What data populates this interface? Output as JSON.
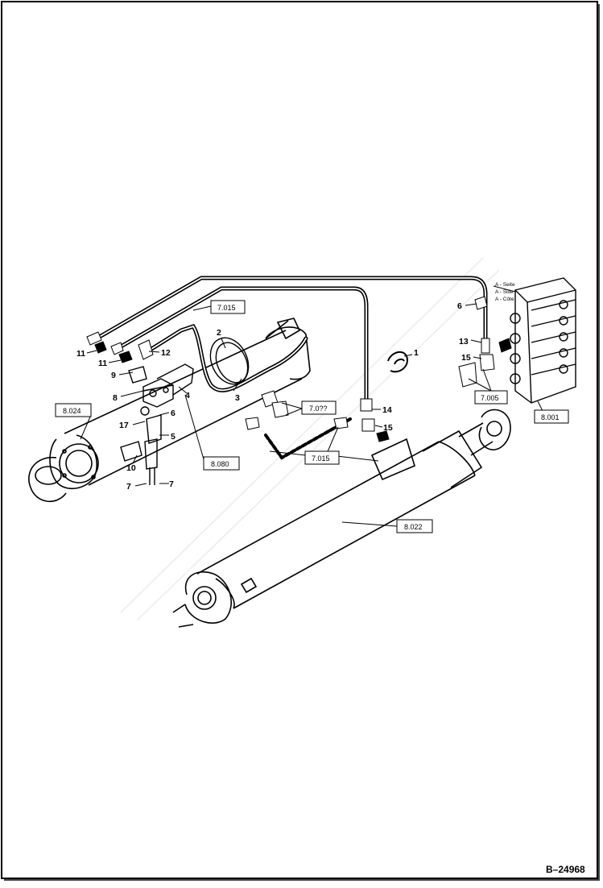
{
  "figure_code": "B–24968",
  "reference_boxes": [
    "7.015",
    "8.024",
    "8.080",
    "7.0??",
    "7.015",
    "8.022",
    "7.005",
    "8.001"
  ],
  "part_labels": [
    "11",
    "12",
    "11",
    "9",
    "8",
    "4",
    "2",
    "3",
    "1",
    "6",
    "5",
    "17",
    "10",
    "7",
    "7",
    "14",
    "15",
    "6",
    "13",
    "15"
  ],
  "valve_legend": [
    "A - Seite",
    "A - Side",
    "A - Côte"
  ]
}
